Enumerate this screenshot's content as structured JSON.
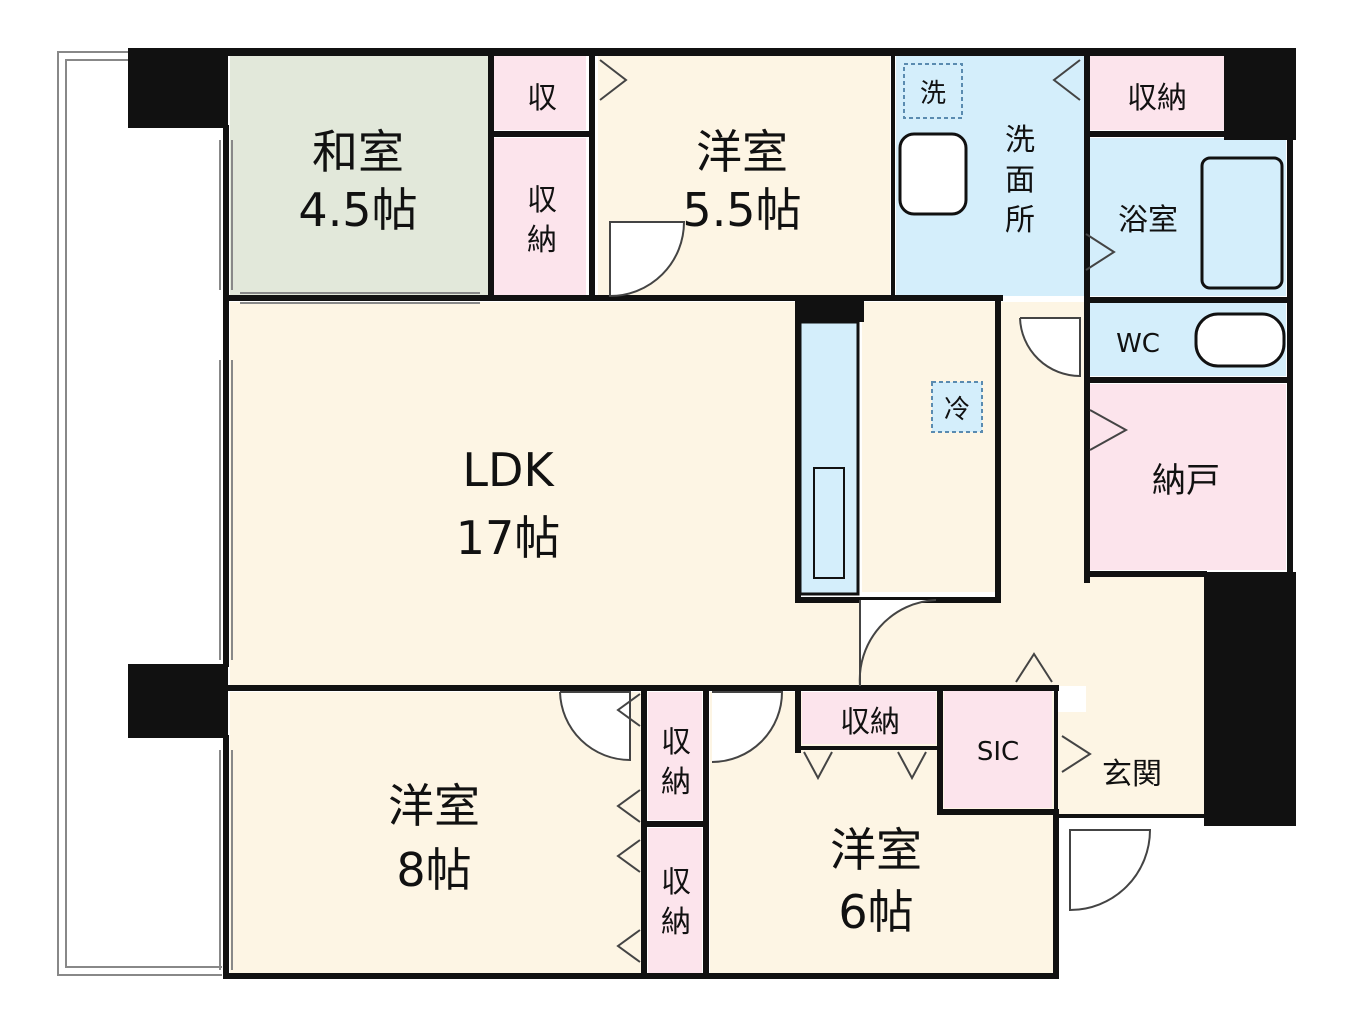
{
  "rooms": {
    "washitsu": {
      "name": "和室",
      "size": "4.5帖"
    },
    "yoshitsu_top": {
      "name": "洋室",
      "size": "5.5帖"
    },
    "ldk": {
      "name": "LDK",
      "size": "17帖"
    },
    "yoshitsu_8": {
      "name": "洋室",
      "size": "8帖"
    },
    "yoshitsu_6": {
      "name": "洋室",
      "size": "6帖"
    },
    "senmenjo": {
      "name": "洗面所"
    },
    "yokushitsu": {
      "name": "浴室"
    },
    "wc": {
      "name": "WC"
    },
    "nando": {
      "name": "納戸"
    },
    "genkan": {
      "name": "玄関"
    },
    "sic": {
      "name": "SIC"
    }
  },
  "storage": {
    "shu_small": "収",
    "shuno_v": "収納",
    "shuno_topright": "収納",
    "shuno_mid": "収納",
    "shuno_8_upper": "収納",
    "shuno_8_lower": "収納"
  },
  "fixtures": {
    "washer": "洗",
    "fridge": "冷"
  },
  "colors": {
    "wall": "#111111",
    "washitsu": "#e2e8da",
    "yoshitsu": "#fdf5e4",
    "storage": "#fce4ec",
    "water": "#d4eefb",
    "nando": "#fce4ec",
    "balcony": "#ffffff"
  }
}
